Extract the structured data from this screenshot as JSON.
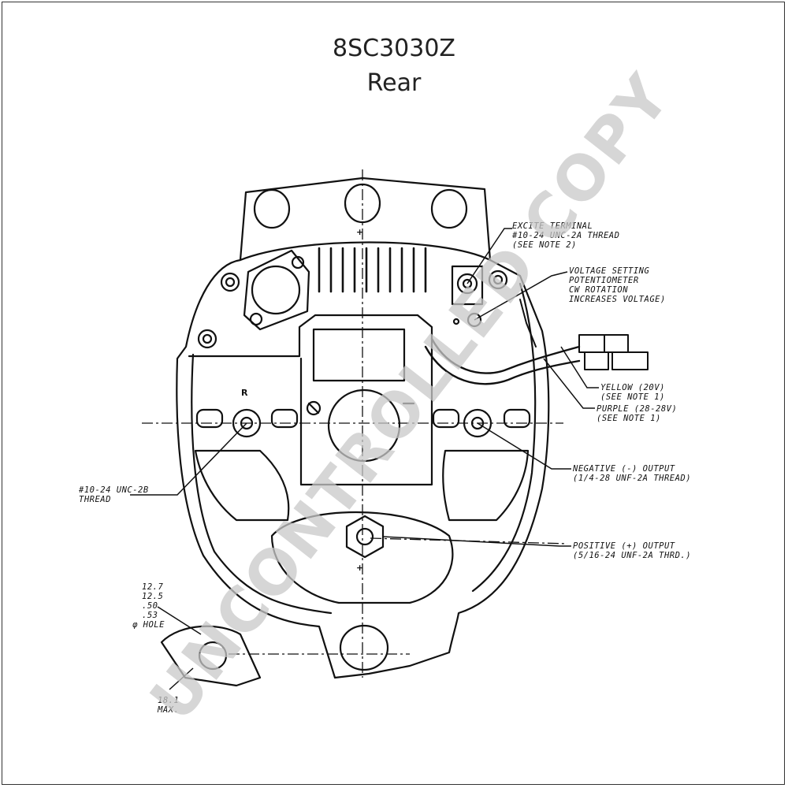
{
  "title": "8SC3030Z",
  "subtitle": "Rear",
  "watermark": "UNCONTROLLED COPY",
  "labels": {
    "excite_1": "EXCITE TERMINAL",
    "excite_2": "#10-24 UNC-2A THREAD",
    "excite_3": "(SEE NOTE 2)",
    "voltage_1": "VOLTAGE SETTING",
    "voltage_2": "POTENTIOMETER",
    "voltage_3": "CW ROTATION",
    "voltage_4": "INCREASES VOLTAGE)",
    "yellow_1": "YELLOW (20V)",
    "yellow_2": "(SEE NOTE 1)",
    "purple_1": "PURPLE (28-28V)",
    "purple_2": "(SEE NOTE 1)",
    "negative_1": "NEGATIVE (-) OUTPUT",
    "negative_2": "(1/4-28 UNF-2A THREAD)",
    "positive_1": "POSITIVE (+) OUTPUT",
    "positive_2": "(5/16-24 UNF-2A THRD.)",
    "thread_1": "#10-24 UNC-2B",
    "thread_2": "THREAD",
    "hole_1": "12.7",
    "hole_2": "12.5",
    "hole_3": ".50",
    "hole_4": ".53",
    "hole_5": "φ HOLE",
    "dim_1": "18.1",
    "dim_2": "MAX.",
    "r_mark": "R"
  }
}
